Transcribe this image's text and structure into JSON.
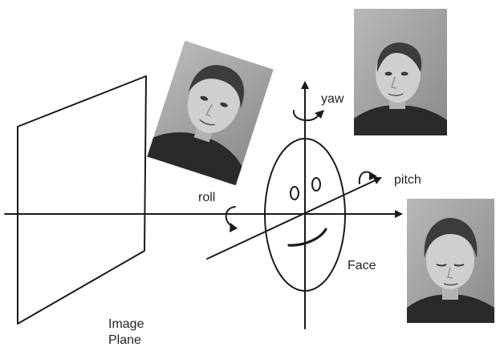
{
  "labels": {
    "yaw": "yaw",
    "pitch": "pitch",
    "roll": "roll",
    "face": "Face",
    "image_plane_line1": "Image",
    "image_plane_line2": "Plane"
  },
  "colors": {
    "line": "#1a1a1a",
    "text": "#222222",
    "background": "#ffffff",
    "photo_backdrop": "#9c9c9c",
    "photo_sweater": "#2a2a2a"
  }
}
